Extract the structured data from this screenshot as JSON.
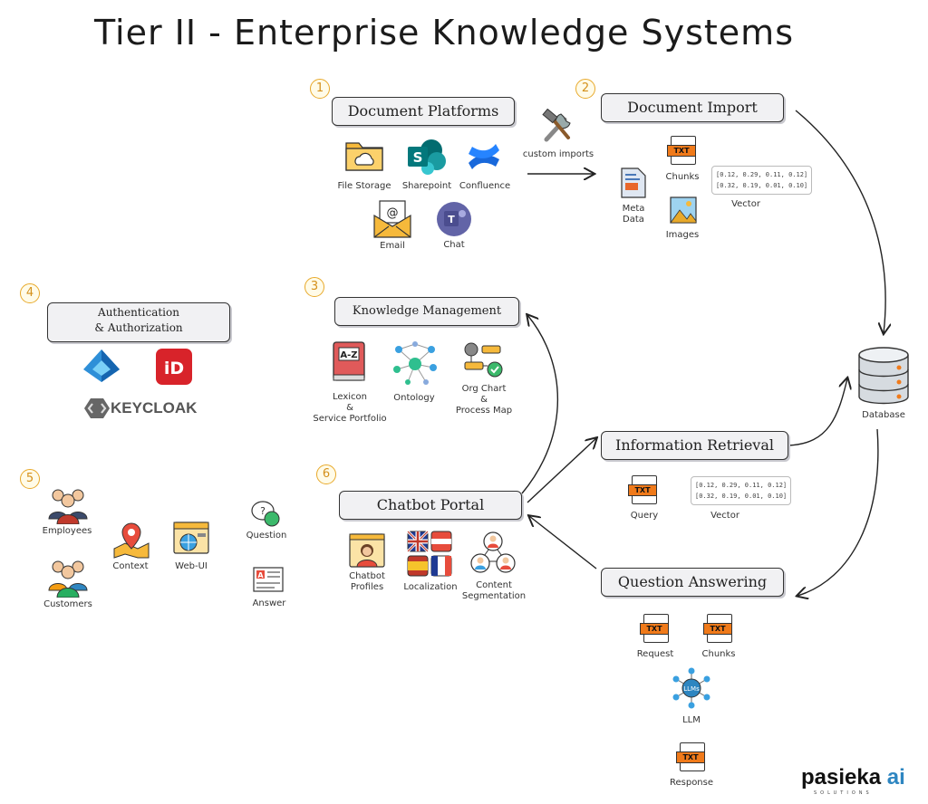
{
  "title": "Tier II - Enterprise Knowledge Systems",
  "sections": {
    "doc_platforms": {
      "number": "1",
      "label": "Document Platforms",
      "items": [
        "File Storage",
        "Sharepoint",
        "Confluence",
        "Email",
        "Chat"
      ]
    },
    "custom_imports": "custom imports",
    "doc_import": {
      "number": "2",
      "label": "Document Import",
      "chunks": "Chunks",
      "meta": "Meta\nData",
      "images": "Images",
      "vector": "Vector",
      "vector_rows": [
        "[0.12, 0.29, 0.11, 0.12]",
        "[0.32, 0.19, 0.01, 0.10]"
      ]
    },
    "knowledge": {
      "number": "3",
      "label": "Knowledge Management",
      "items": [
        "Lexicon\n&\nService Portfolio",
        "Ontology",
        "Org Chart\n&\nProcess Map"
      ]
    },
    "auth": {
      "number": "4",
      "label": "Authentication\n& Authorization",
      "keycloak": "KEYCLOAK"
    },
    "users": {
      "number": "5",
      "employees": "Employees",
      "customers": "Customers",
      "context": "Context",
      "webui": "Web-UI",
      "question": "Question",
      "answer": "Answer"
    },
    "chatbot": {
      "number": "6",
      "label": "Chatbot Portal",
      "items": [
        "Chatbot\nProfiles",
        "Localization",
        "Content\nSegmentation"
      ]
    },
    "retrieval": {
      "label": "Information Retrieval",
      "query": "Query",
      "vector": "Vector",
      "vector_rows": [
        "[0.12, 0.29, 0.11, 0.12]",
        "[0.32, 0.19, 0.01, 0.10]"
      ]
    },
    "database": {
      "label": "Database"
    },
    "qa": {
      "label": "Question Answering",
      "request": "Request",
      "chunks": "Chunks",
      "llm": "LLM",
      "llm_badge": "LLMs",
      "response": "Response"
    }
  },
  "txt_badge": "TXT",
  "brand": {
    "name": "pasieka",
    "suffix": "ai",
    "tagline": "SOLUTIONS"
  },
  "colors": {
    "accent": "#e8a92a",
    "orange": "#f07a1a",
    "box_fill": "#f1f1f3"
  }
}
